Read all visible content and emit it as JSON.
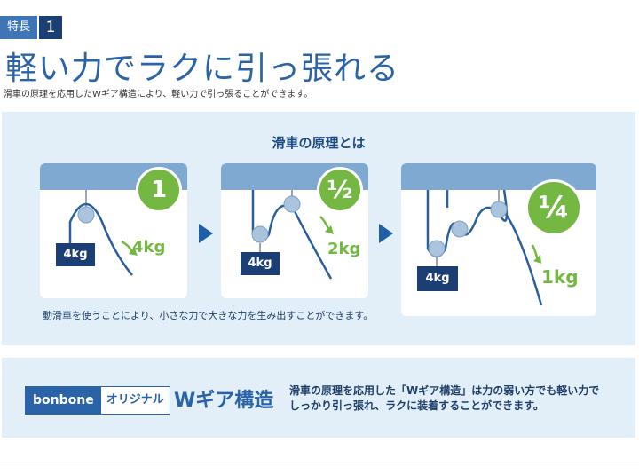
{
  "feature": {
    "label": "特長",
    "number": "1"
  },
  "headline": "軽い力でラクに引っ張れる",
  "subline": "滑車の原理を応用したWギア構造により、軽い力で引っ張ることができます。",
  "principle": {
    "title": "滑車の原理とは",
    "diagrams": [
      {
        "ratio": "1",
        "load": "4kg",
        "force": "4kg"
      },
      {
        "ratio": "½",
        "load": "4kg",
        "force": "2kg"
      },
      {
        "ratio": "¼",
        "load": "4kg",
        "force": "1kg"
      }
    ],
    "note": "動滑車を使うことにより、小さな力で大きな力を生み出すことができます。"
  },
  "wgear": {
    "brand": "bonbone",
    "original": "オリジナル",
    "title": "Wギア構造",
    "desc_line1": "滑車の原理を応用した「Wギア構造」は力の弱い方でも軽い力で",
    "desc_line2": "しっかり引っ張れ、ラクに装着することができます。"
  },
  "colors": {
    "accent": "#2a63a8",
    "panel_bg": "#e2eff8",
    "green": "#74b843",
    "navy": "#1b3e74"
  }
}
